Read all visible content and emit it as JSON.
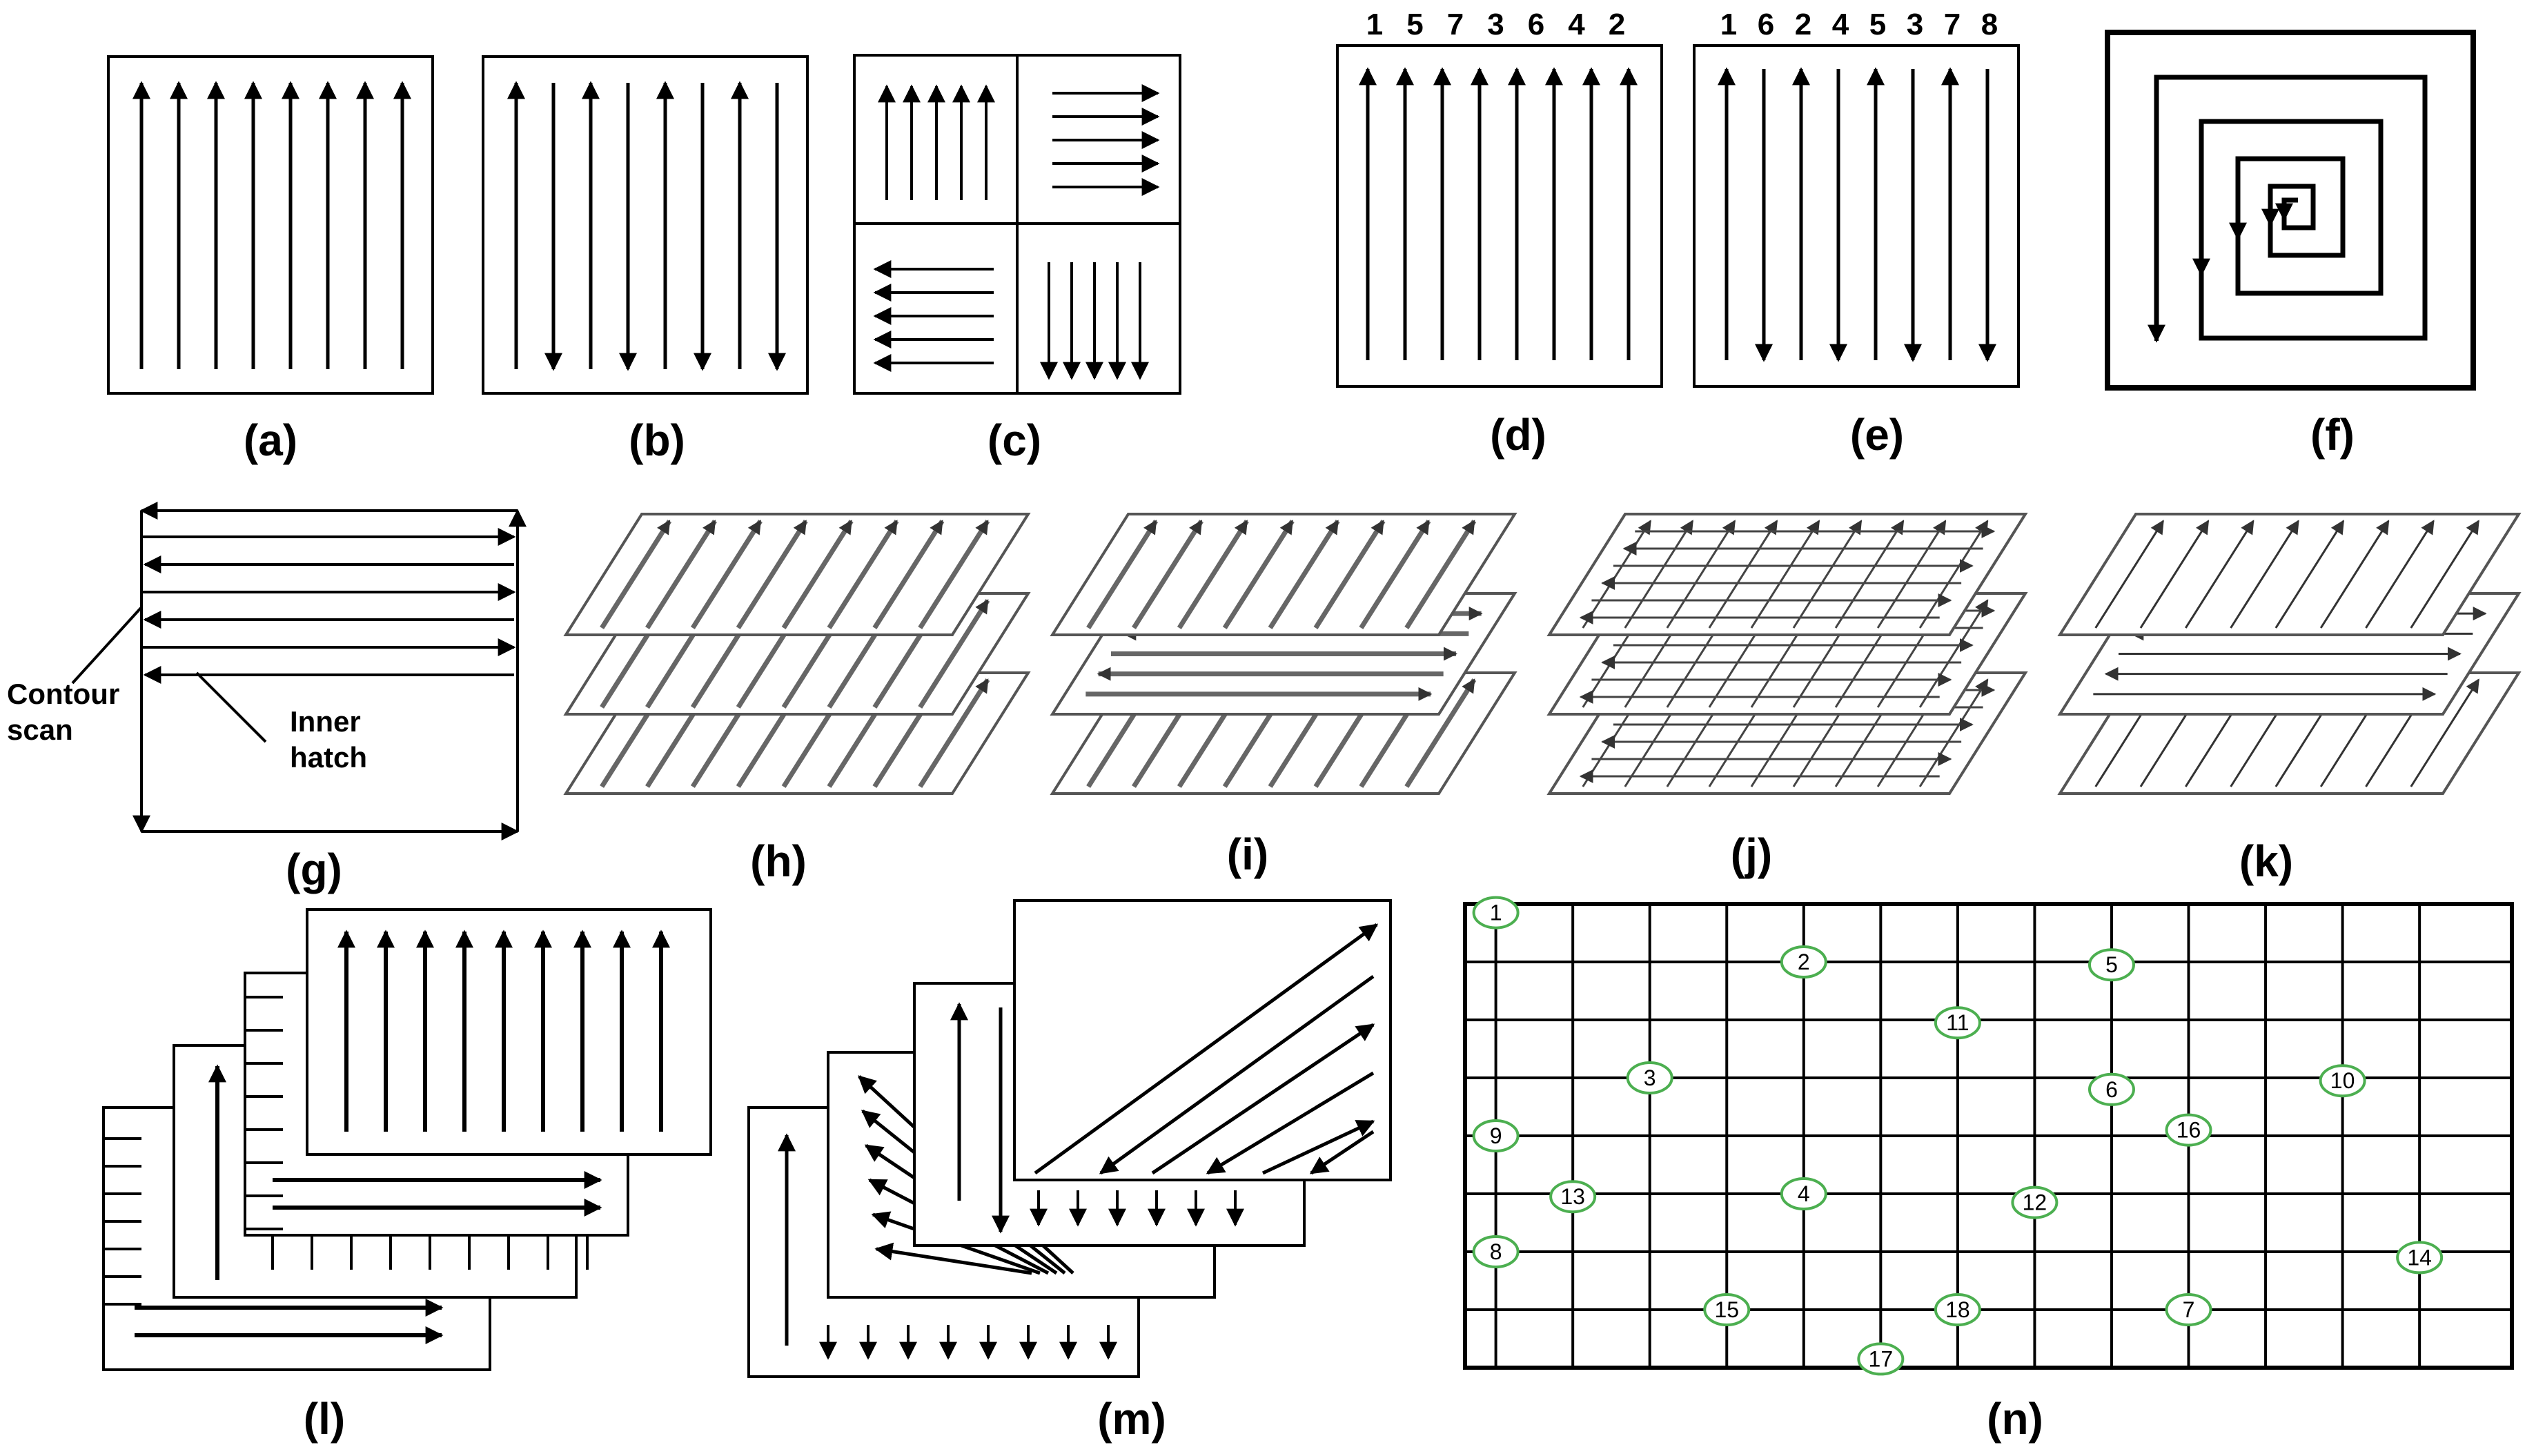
{
  "panel_labels": {
    "a": "(a)",
    "b": "(b)",
    "c": "(c)",
    "d": "(d)",
    "e": "(e)",
    "f": "(f)",
    "g": "(g)",
    "h": "(h)",
    "i": "(i)",
    "j": "(j)",
    "k": "(k)",
    "l": "(l)",
    "m": "(m)",
    "n": "(n)"
  },
  "panel_d": {
    "order": [
      "1",
      "5",
      "7",
      "3",
      "6",
      "4",
      "2"
    ]
  },
  "panel_e": {
    "order": [
      "1",
      "6",
      "2",
      "4",
      "5",
      "3",
      "7",
      "8"
    ]
  },
  "panel_g": {
    "contour_label_1": "Contour",
    "contour_label_2": "scan",
    "hatch_label_1": "Inner",
    "hatch_label_2": "hatch"
  },
  "panel_n": {
    "points": [
      {
        "id": "1",
        "col": 1,
        "row": 0.15
      },
      {
        "id": "2",
        "col": 5,
        "row": 1
      },
      {
        "id": "5",
        "col": 9,
        "row": 1.05
      },
      {
        "id": "11",
        "col": 7,
        "row": 2.05
      },
      {
        "id": "3",
        "col": 3,
        "row": 3
      },
      {
        "id": "6",
        "col": 9,
        "row": 3.2
      },
      {
        "id": "10",
        "col": 12,
        "row": 3.05
      },
      {
        "id": "9",
        "col": 1,
        "row": 4
      },
      {
        "id": "16",
        "col": 10,
        "row": 3.9
      },
      {
        "id": "13",
        "col": 2,
        "row": 5.05
      },
      {
        "id": "4",
        "col": 5,
        "row": 5
      },
      {
        "id": "12",
        "col": 8,
        "row": 5.15
      },
      {
        "id": "8",
        "col": 1,
        "row": 6
      },
      {
        "id": "14",
        "col": 13,
        "row": 6.1
      },
      {
        "id": "15",
        "col": 4,
        "row": 7
      },
      {
        "id": "18",
        "col": 7,
        "row": 7
      },
      {
        "id": "7",
        "col": 10,
        "row": 7
      },
      {
        "id": "17",
        "col": 6,
        "row": 7.85
      }
    ]
  },
  "colors": {
    "ink": "#000000",
    "gray": "#666666",
    "circle": "#4caf50",
    "paper": "#ffffff"
  }
}
